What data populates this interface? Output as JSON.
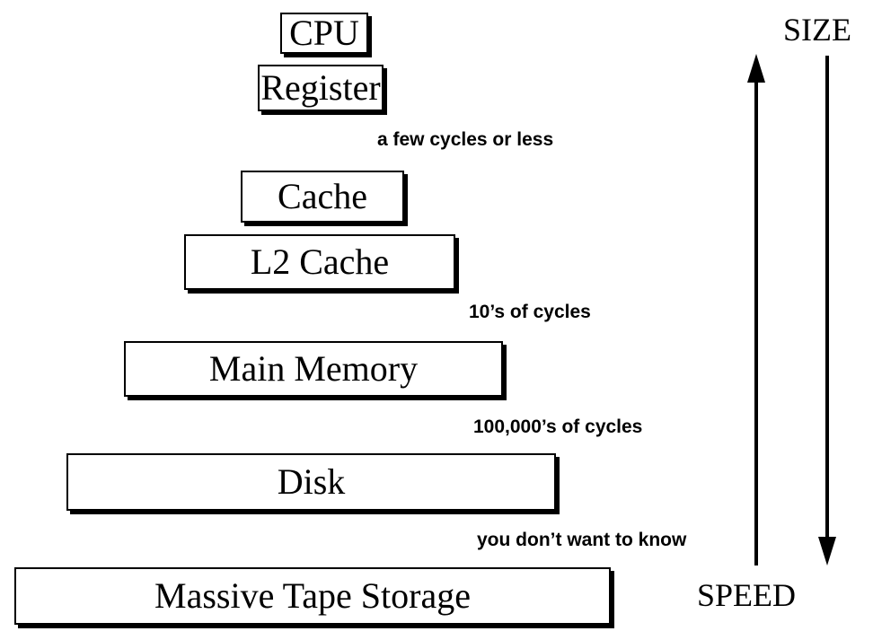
{
  "levels": {
    "cpu": "CPU",
    "register": "Register",
    "cache": "Cache",
    "l2_cache": "L2 Cache",
    "main_memory": "Main Memory",
    "disk": "Disk",
    "tape": "Massive Tape Storage"
  },
  "latency_notes": {
    "register_to_cache": "a few cycles or less",
    "l2_to_main": "10’s of cycles",
    "main_to_disk": "100,000’s of cycles",
    "disk_to_tape": "you don’t want to know"
  },
  "axes": {
    "speed_label": "SPEED",
    "size_label": "SIZE",
    "speed_arrow_direction": "up",
    "size_arrow_direction": "down"
  }
}
